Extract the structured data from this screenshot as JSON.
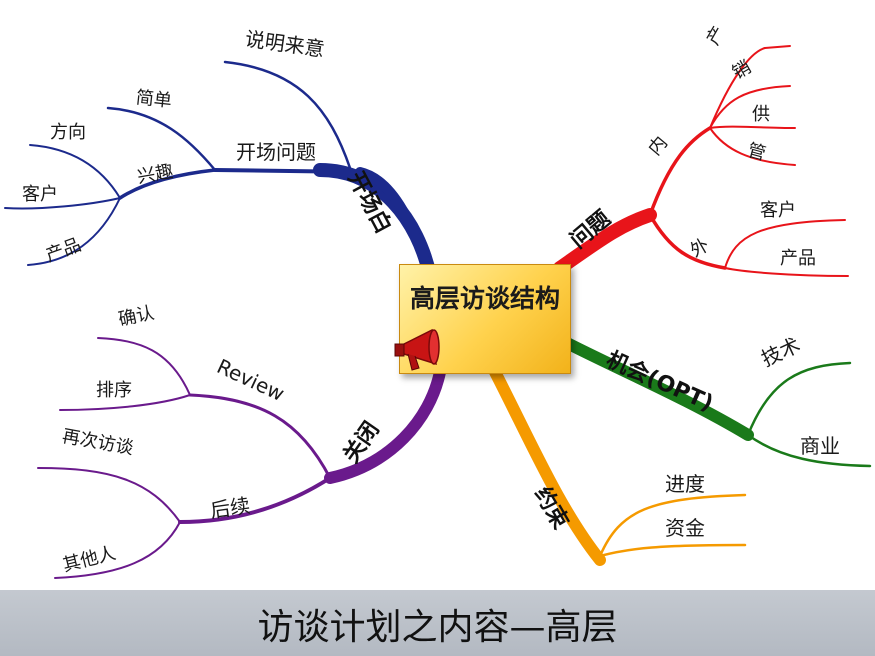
{
  "center": {
    "title": "高层访谈结构"
  },
  "branches": {
    "opening": {
      "label": "开场白",
      "color": "#1c2a8c",
      "subs": {
        "purpose": "说明来意",
        "question": "开场问题",
        "interest": "兴趣",
        "simple": "简单",
        "direction": "方向",
        "customer": "客户",
        "product": "产品"
      }
    },
    "problem": {
      "label": "问题",
      "color": "#e8141a",
      "subs": {
        "inner": "内",
        "outer": "外",
        "produce": "产",
        "sell": "销",
        "supply": "供",
        "manage": "管",
        "customer": "客户",
        "product": "产品"
      }
    },
    "opportunity": {
      "label": "机会(OPT)",
      "color": "#1a7a1a",
      "subs": {
        "tech": "技术",
        "business": "商业"
      }
    },
    "agreement": {
      "label": "约束",
      "color": "#f59a00",
      "subs": {
        "progress": "进度",
        "funds": "资金"
      }
    },
    "close": {
      "label": "关闭",
      "color": "#6a1a8c",
      "subs": {
        "review": "Review",
        "confirm": "确认",
        "sort": "排序",
        "followup": "后续",
        "reinterview": "再次访谈",
        "others": "其他人"
      }
    }
  },
  "footer": {
    "title": "访谈计划之内容—高层"
  }
}
